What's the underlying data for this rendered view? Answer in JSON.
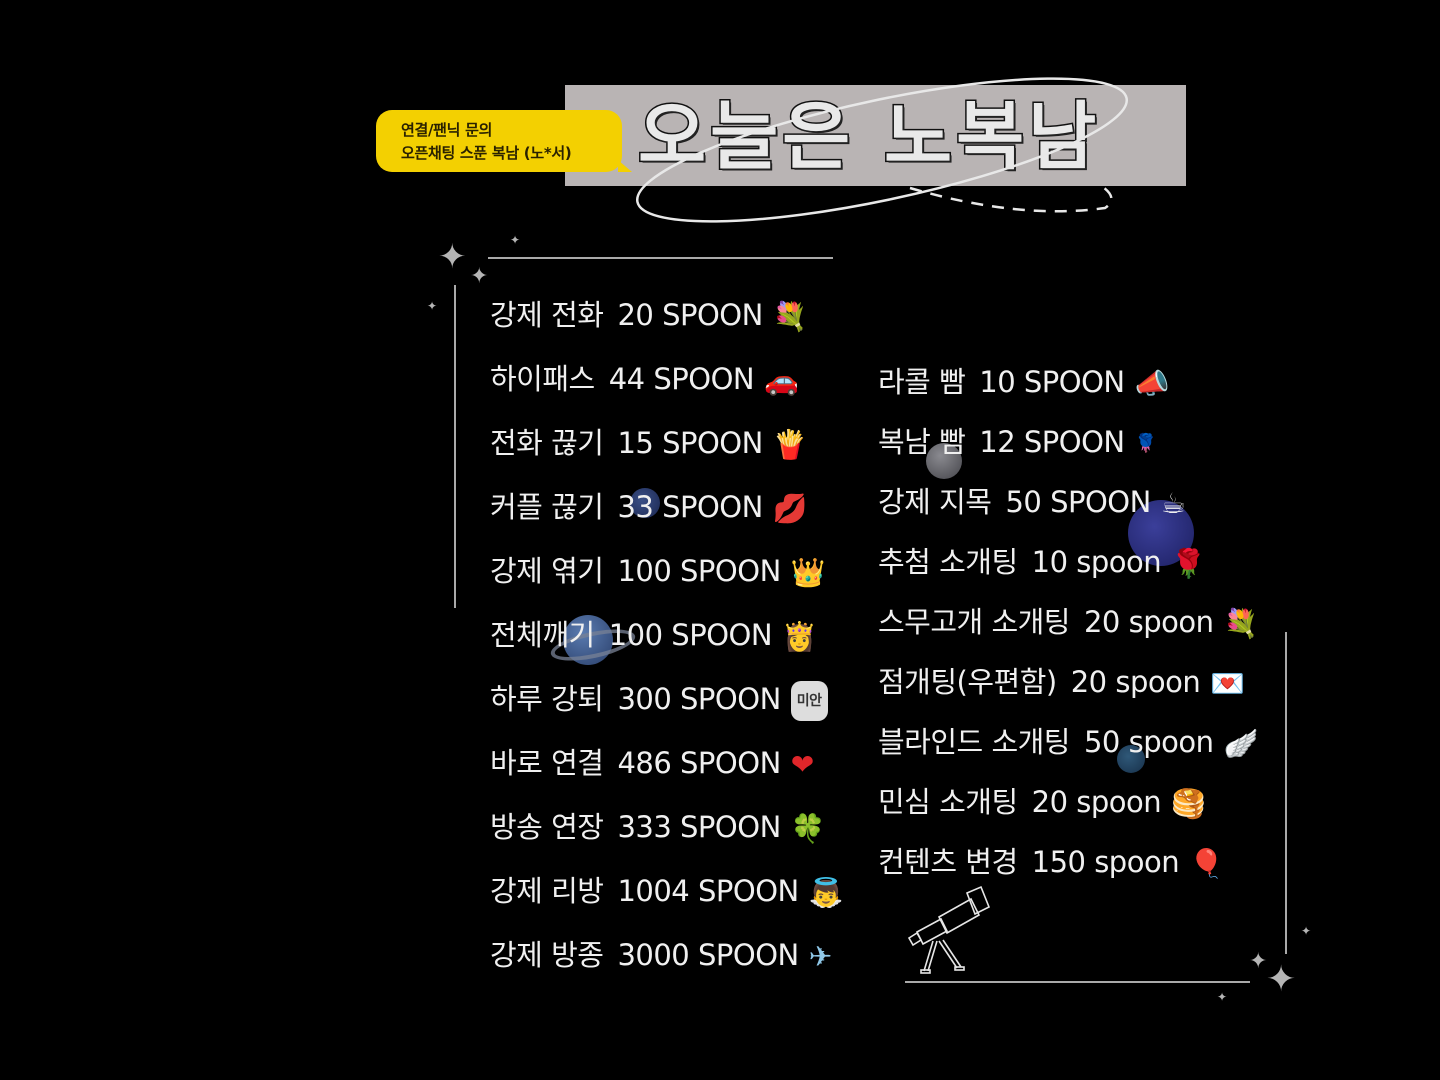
{
  "header": {
    "title": "오늘은 노복남",
    "bubble_line1": "연결/팬닉 문의",
    "bubble_line2": "오픈채팅 스푼 복남 (노*서)",
    "title_box_color": "#b9b4b4",
    "bubble_color": "#f3d001"
  },
  "left_column": {
    "items": [
      {
        "name": "강제 전화",
        "price": "20 SPOON",
        "icon": "💐",
        "icon_name": "bouquet-icon"
      },
      {
        "name": "하이패스",
        "price": "44 SPOON",
        "icon": "🚗",
        "icon_name": "fire-car-icon"
      },
      {
        "name": "전화 끊기",
        "price": "15 SPOON",
        "icon": "🍟",
        "icon_name": "fries-icon"
      },
      {
        "name": "커플 끊기",
        "price": "33 SPOON",
        "icon": "💋",
        "icon_name": "lips-icon"
      },
      {
        "name": "강제 엮기",
        "price": "100 SPOON",
        "icon": "👑",
        "icon_name": "crown-icon"
      },
      {
        "name": "전체깨기",
        "price": "100 SPOON",
        "icon": "👸",
        "icon_name": "tiara-icon"
      },
      {
        "name": "하루 강퇴",
        "price": "300 SPOON",
        "icon": "미안",
        "icon_name": "sorry-badge-icon"
      },
      {
        "name": "바로 연결",
        "price": "486 SPOON",
        "icon": "❤",
        "icon_name": "heart-love-icon"
      },
      {
        "name": "방송 연장",
        "price": "333 SPOON",
        "icon": "🍀",
        "icon_name": "clover-icon"
      },
      {
        "name": "강제 리방",
        "price": "1004 SPOON",
        "icon": "👼",
        "icon_name": "angels-icon"
      },
      {
        "name": "강제 방종",
        "price": "3000 SPOON",
        "icon": "✈",
        "icon_name": "airplane-icon"
      }
    ]
  },
  "right_column": {
    "items": [
      {
        "name": "라콜 빰",
        "price": "10 SPOON",
        "icon": "📣",
        "icon_name": "megaphone-icon"
      },
      {
        "name": "복남 빰",
        "price": "12 SPOON",
        "icon": "🌹",
        "icon_name": "blue-rose-icon"
      },
      {
        "name": "강제 지목",
        "price": "50 SPOON",
        "icon": "☕",
        "icon_name": "coffee-donut-icon"
      },
      {
        "name": "추첨 소개팅",
        "price": "10 spoon",
        "icon": "🌹",
        "icon_name": "red-rose-icon"
      },
      {
        "name": "스무고개 소개팅",
        "price": "20 spoon",
        "icon": "💐",
        "icon_name": "bouquet-icon"
      },
      {
        "name": "점개팅(우편함)",
        "price": "20 spoon",
        "icon": "💌",
        "icon_name": "mailbox-icon"
      },
      {
        "name": "블라인드 소개팅",
        "price": "50 spoon",
        "icon": "🪽",
        "icon_name": "wings-icon"
      },
      {
        "name": "민심 소개팅",
        "price": "20 spoon",
        "icon": "🥞",
        "icon_name": "pancake-icon"
      },
      {
        "name": "컨텐츠 변경",
        "price": "150 spoon",
        "icon": "🎈",
        "icon_name": "balloons-icon"
      }
    ]
  },
  "decorations": {
    "sparkle_glyph": "✦",
    "line_color": "#a9a9a9",
    "text_color": "#f0f0f0"
  }
}
